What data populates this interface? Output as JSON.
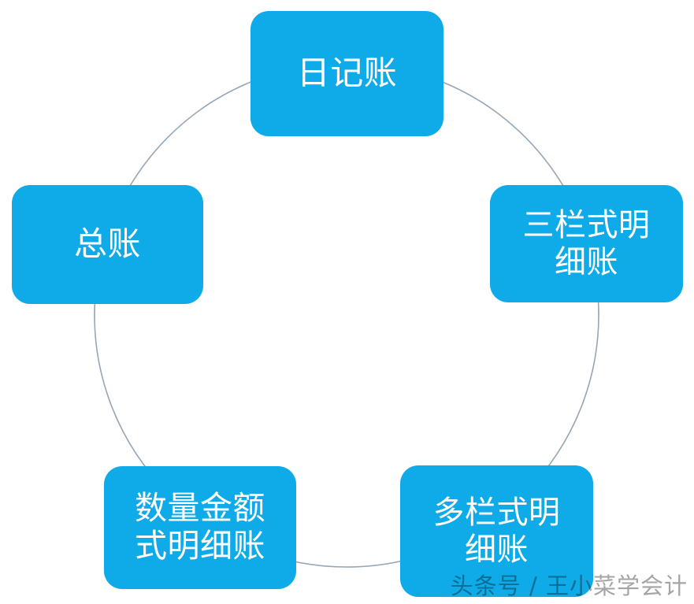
{
  "diagram": {
    "type": "cycle",
    "shape": "circle",
    "accent_color": "#0FAAE8",
    "label_color": "#FFFFFF",
    "ring_color": "#8296A8",
    "background_color": "#FFFFFF",
    "nodes": [
      {
        "id": "top",
        "label": "日记账",
        "position": "top"
      },
      {
        "id": "right",
        "label": "三栏式明\n细账",
        "position": "right"
      },
      {
        "id": "bottom-right",
        "label": "多栏式明\n细账",
        "position": "bottom-right"
      },
      {
        "id": "bottom-left",
        "label": "数量金额\n式明细账",
        "position": "bottom-left"
      },
      {
        "id": "left",
        "label": "总账",
        "position": "left"
      }
    ]
  },
  "watermark": {
    "text": "头条号 / 王小菜学会计"
  }
}
